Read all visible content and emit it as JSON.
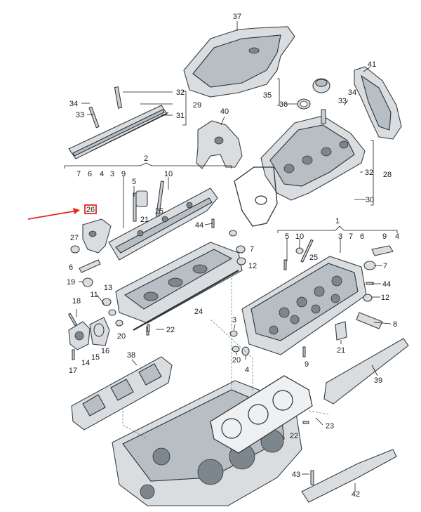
{
  "highlight": {
    "label": "26",
    "color": "#e8261f"
  },
  "colors": {
    "ink": "#1a1a1a",
    "part_fill": "#d9dde0",
    "part_dark": "#b7bec4",
    "arrow": "#e8261f"
  },
  "labels": {
    "l37": "37",
    "l41": "41",
    "l32a": "32",
    "l29": "29",
    "l31": "31",
    "l34a": "34",
    "l33a": "33",
    "l40": "40",
    "l35": "35",
    "l36": "36",
    "l33b": "33",
    "l34b": "34",
    "l2": "2",
    "l7a": "7",
    "l6a": "6",
    "l4a": "4",
    "l3a": "3",
    "l9a": "9",
    "l5a": "5",
    "l10a": "10",
    "l28": "28",
    "l32b": "32",
    "l21a": "21",
    "l25a": "25",
    "l30": "30",
    "l44a": "44",
    "l1": "1",
    "l27": "27",
    "l6b": "6",
    "l5b": "5",
    "l10b": "10",
    "l3b": "3",
    "l7b": "7",
    "l6c": "6",
    "l9b": "9",
    "l4b": "4",
    "l25b": "25",
    "l7c": "7",
    "l12a": "12",
    "l19": "19",
    "l13": "13",
    "l11": "11",
    "l18": "18",
    "l44b": "44",
    "l12b": "12",
    "l24": "24",
    "l3c": "3",
    "l20a": "20",
    "l16": "16",
    "l22a": "22",
    "l8": "8",
    "l15": "15",
    "l14": "14",
    "l17": "17",
    "l21b": "21",
    "l20b": "20",
    "l4c": "4",
    "l9c": "9",
    "l38": "38",
    "l39": "39",
    "l23": "23",
    "l22b": "22",
    "l43": "43",
    "l42": "42"
  }
}
